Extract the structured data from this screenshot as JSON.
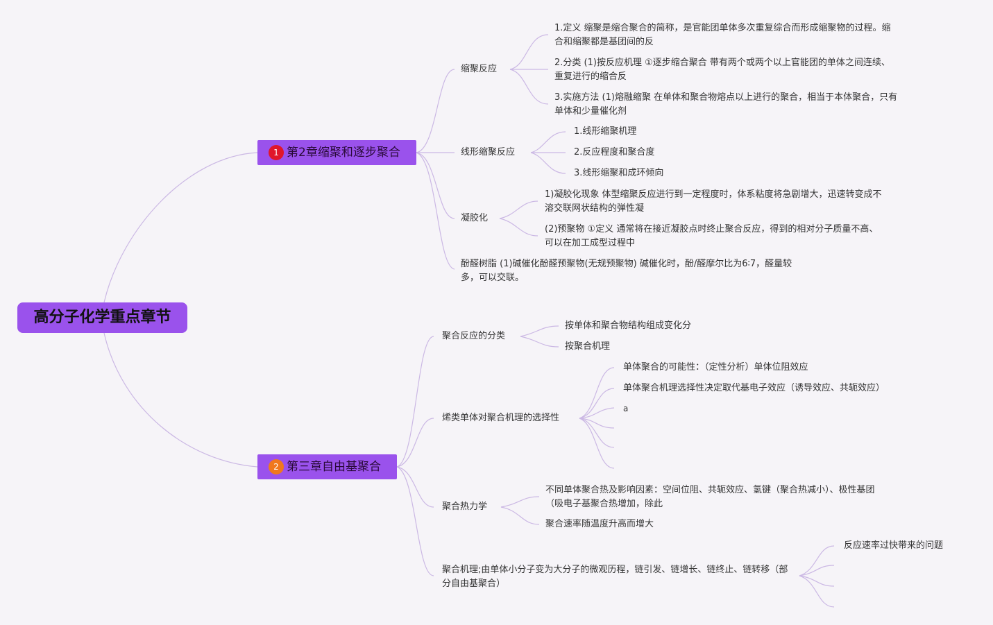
{
  "root": "高分子化学重点章节",
  "ch2": {
    "badge": "1",
    "title": "第2章缩聚和逐步聚合",
    "condensation": {
      "label": "缩聚反应",
      "item1": "1.定义 缩聚是缩合聚合的简称，是官能团单体多次重复综合而形成缩聚物的过程。缩合和缩聚都是基团间的反",
      "item2": "2.分类 (1)按反应机理 ①逐步缩合聚合 带有两个或两个以上官能团的单体之间连续、重复进行的缩合反",
      "item3": "3.实施方法 (1)熔融缩聚 在单体和聚合物熔点以上进行的聚合，相当于本体聚合，只有单体和少量催化剂"
    },
    "linear": {
      "label": "线形缩聚反应",
      "item1": "1.线形缩聚机理",
      "item2": "2.反应程度和聚合度",
      "item3": "3.线形缩聚和成环倾向"
    },
    "gel": {
      "label": "凝胶化",
      "item1": "1)凝胶化现象 体型缩聚反应进行到一定程度时，体系粘度将急剧增大，迅速转变成不溶交联网状结构的弹性凝",
      "item2": "(2)预聚物 ①定义 通常将在接近凝胶点时终止聚合反应，得到的相对分子质量不高、可以在加工成型过程中"
    },
    "phenolic": "酚醛树脂 (1)碱催化酚醛预聚物(无规预聚物) 碱催化时，酚/醛摩尔比为6∶7，醛量较多，可以交联。"
  },
  "ch3": {
    "badge": "2",
    "title": "第三章自由基聚合",
    "classification": {
      "label": "聚合反应的分类",
      "item1": "按单体和聚合物结构组成变化分",
      "item2": "按聚合机理"
    },
    "selectivity": {
      "label": "烯类单体对聚合机理的选择性",
      "item1": "单体聚合的可能性：（定性分析）单体位阻效应",
      "item2": "单体聚合机理选择性决定取代基电子效应（诱导效应、共轭效应）",
      "item3": "a"
    },
    "thermo": {
      "label": "聚合热力学",
      "item1": "不同单体聚合热及影响因素：空间位阻、共轭效应、氢键（聚合热减小）、极性基团（吸电子基聚合热增加，除此",
      "item2": "聚合速率随温度升高而增大"
    },
    "mechanism": {
      "label": "聚合机理;由单体小分子变为大分子的微观历程，链引发、链增长、链终止、链转移（部分自由基聚合）",
      "item1": "反应速率过快带来的问题"
    }
  },
  "colors": {
    "node": "#9a52ec",
    "line": "#cbb8e4",
    "badge1": "#e0162b",
    "badge2": "#f0781e"
  }
}
